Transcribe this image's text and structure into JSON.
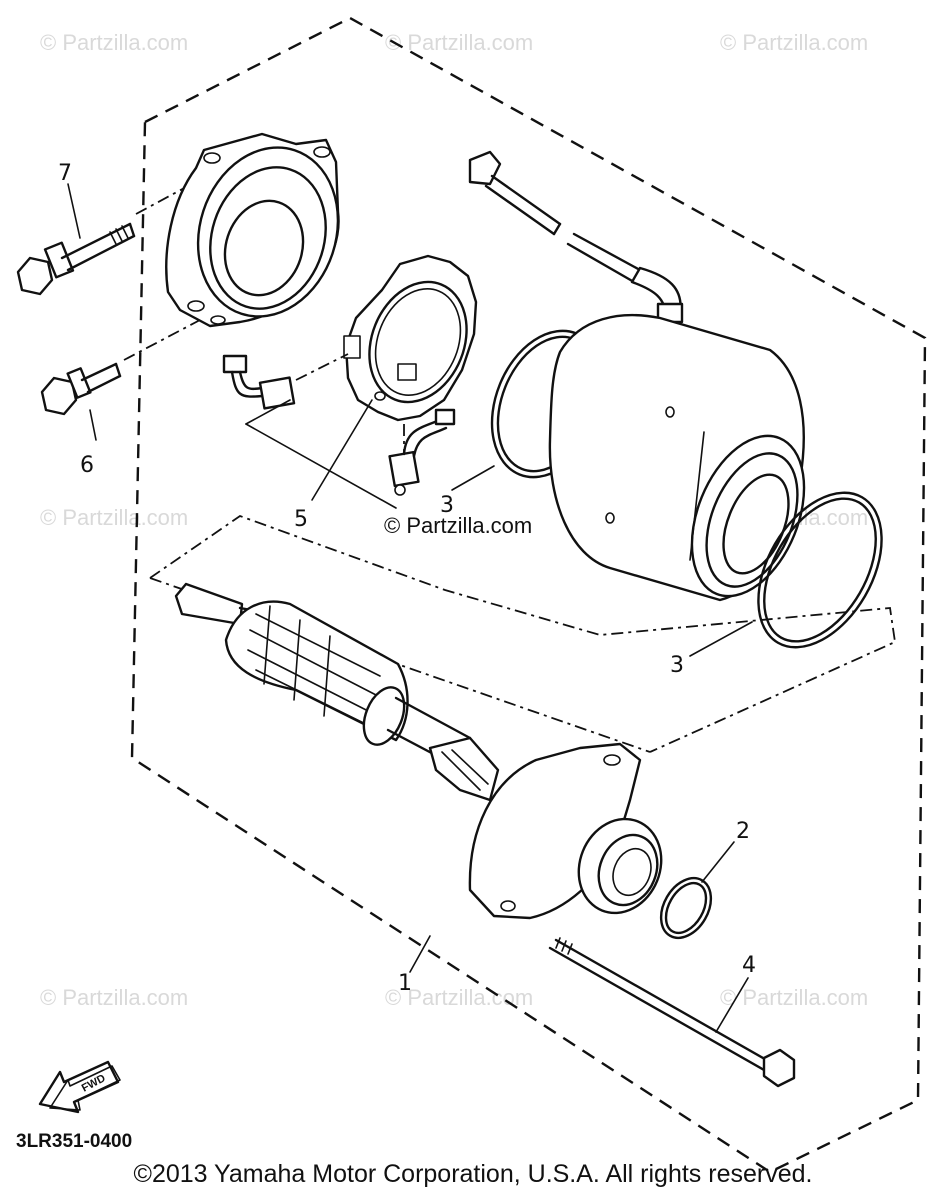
{
  "watermark_text": "© Partzilla.com",
  "callouts": {
    "c1": "1",
    "c2": "2",
    "c3a": "3",
    "c3b": "3",
    "c3c": "3",
    "c4": "4",
    "c5": "5",
    "c6": "6",
    "c7": "7"
  },
  "fwd_label": "FWD",
  "part_code": "3LR351-0400",
  "copyright": "©2013 Yamaha Motor Corporation, U.S.A. All rights reserved."
}
